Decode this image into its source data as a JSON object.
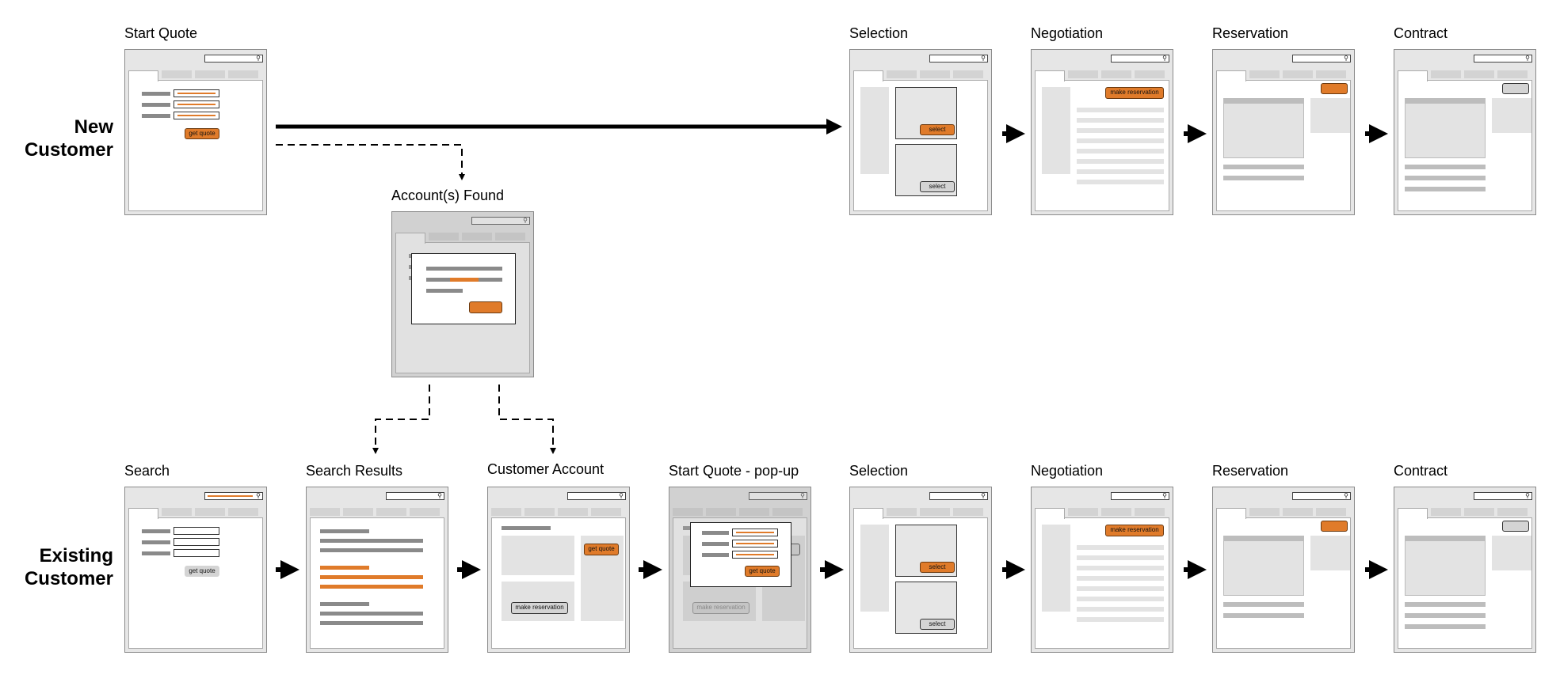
{
  "row_titles": {
    "new": [
      "New",
      "Customer"
    ],
    "existing": [
      "Existing",
      "Customer"
    ]
  },
  "labels": {
    "start_quote": "Start Quote",
    "selection_top": "Selection",
    "negotiation_top": "Negotiation",
    "reservation_top": "Reservation",
    "contract_top": "Contract",
    "accounts_found": "Account(s) Found",
    "search": "Search",
    "search_results": "Search Results",
    "customer_account": "Customer Account",
    "start_quote_popup": "Start Quote - pop-up",
    "selection_bottom": "Selection",
    "negotiation_bottom": "Negotiation",
    "reservation_bottom": "Reservation",
    "contract_bottom": "Contract"
  },
  "buttons": {
    "get_quote": "get quote",
    "select": "select",
    "make_reservation": "make reservation"
  },
  "icons": {
    "magnifier": "search-icon",
    "arrow": "arrow-right-icon",
    "dashed_connector": "dashed-arrow"
  },
  "colors": {
    "accent": "#e07b2a",
    "frame": "#e6e6e6",
    "bar": "#8a8a8a",
    "light_bar": "#e3e3e3"
  }
}
